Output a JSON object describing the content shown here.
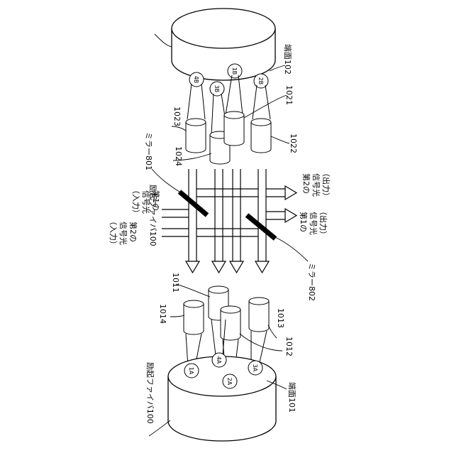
{
  "labels": {
    "fiber_top": "励起ファイバ100",
    "fiber_bottom": "励起ファイバ100",
    "end_face_top": "端面102",
    "end_face_bottom": "端面101",
    "lens_1021": "1021",
    "lens_1022": "1022",
    "lens_1023": "1023",
    "lens_1024": "1024",
    "lens_1011": "1011",
    "lens_1012": "1012",
    "lens_1013": "1013",
    "lens_1014": "1014",
    "mirror_801": "ミラー801",
    "mirror_802": "ミラー802",
    "signal_1_in": [
      "第1の",
      "信号光",
      "（入力）"
    ],
    "signal_2_in": [
      "第2の",
      "信号光",
      "（入力）"
    ],
    "signal_2_out": [
      "第2の",
      "信号光",
      "（出力）"
    ],
    "signal_1_out": [
      "第1の",
      "信号光",
      "（出力）"
    ]
  },
  "cores_top": [
    "4B",
    "3B",
    "1B",
    "2B"
  ],
  "cores_bottom": [
    "1A",
    "4A",
    "2A",
    "3A"
  ]
}
